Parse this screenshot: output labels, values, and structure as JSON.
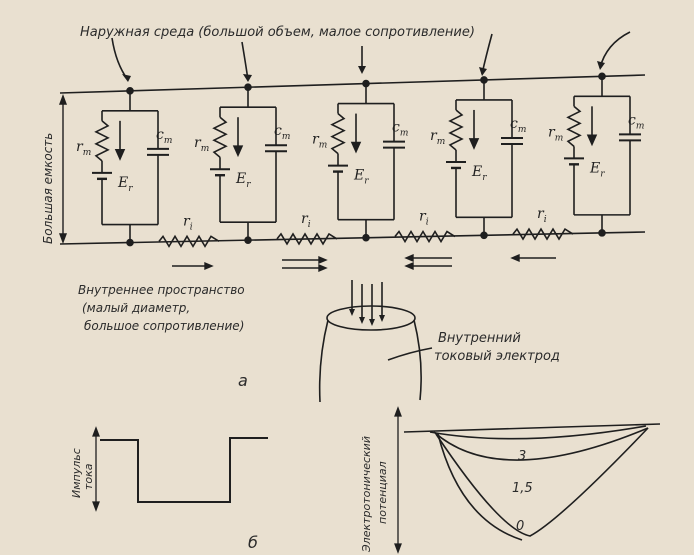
{
  "labels": {
    "outer_medium": "Наружная среда (большой объем, малое сопротивление)",
    "large_capacitance": "Большая емкость",
    "inner_space": "Внутреннее пространство",
    "inner_space_line2": "(малый диаметр,",
    "inner_space_line3": "большое сопротивление)",
    "electrode_line1": "Внутренний",
    "electrode_line2": "токовый электрод",
    "panel_a": "а",
    "panel_b": "б",
    "current_pulse_line1": "Импульс",
    "current_pulse_line2": "тока",
    "electrotonic_line1": "Электротонический",
    "electrotonic_line2": "потенциал"
  },
  "symbols": {
    "rm": "r",
    "rm_sub": "m",
    "cm": "c",
    "cm_sub": "m",
    "er": "E",
    "er_sub": "r",
    "ri": "r",
    "ri_sub": "i"
  },
  "curve_labels": [
    "3",
    "1,5",
    "0"
  ],
  "colors": {
    "ink": "#1f1f1f",
    "paper": "#e9e0d0"
  }
}
